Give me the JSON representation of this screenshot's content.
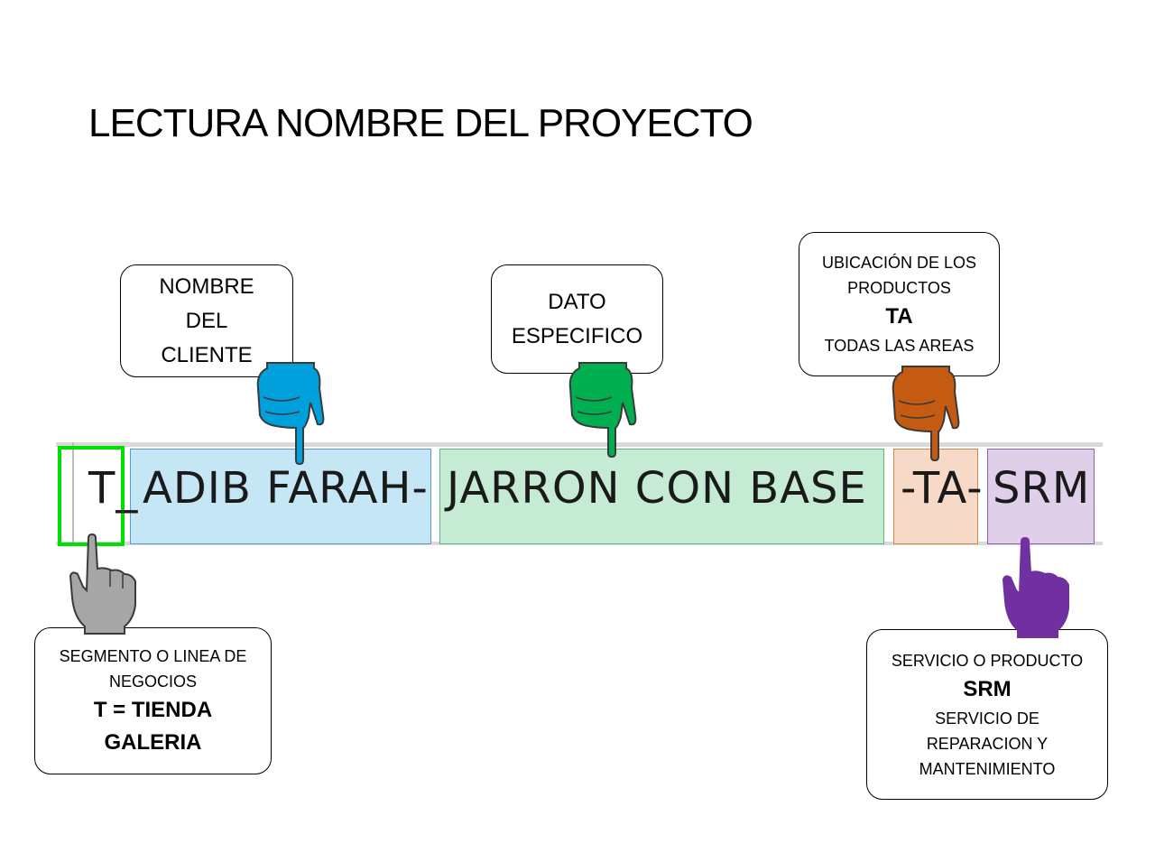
{
  "title": "LECTURA NOMBRE DEL PROYECTO",
  "project_code": {
    "segment": "T_",
    "client": "ADIB FARAH-",
    "specific": "JARRON CON BASE",
    "location": "-TA-",
    "service": "SRM"
  },
  "callouts": {
    "client": {
      "line1": "NOMBRE",
      "line2": "DEL",
      "line3": "CLIENTE"
    },
    "specific": {
      "line1": "DATO",
      "line2": "ESPECIFICO"
    },
    "location": {
      "line1": "UBICACIÓN DE LOS",
      "line2": "PRODUCTOS",
      "code": "TA",
      "line3": "TODAS LAS AREAS"
    },
    "segment": {
      "line1": "SEGMENTO O LINEA DE",
      "line2": "NEGOCIOS",
      "code1": "T = TIENDA",
      "code2": "GALERIA"
    },
    "service": {
      "line1": "SERVICIO O PRODUCTO",
      "code": "SRM",
      "line2": "SERVICIO DE",
      "line3": "REPARACION Y",
      "line4": "MANTENIMIENTO"
    }
  },
  "colors": {
    "segment_box": "#00e000",
    "client_fill": "#c5e6f5",
    "client_border": "#5b9bd5",
    "specific_fill": "#c6ebd4",
    "specific_border": "#5cb87a",
    "location_fill": "#f6d9c6",
    "location_border": "#d0864d",
    "service_fill": "#e0cfe8",
    "service_border": "#8e5fb0",
    "hand_blue": "#00a0dd",
    "hand_green": "#00b050",
    "hand_orange": "#c55a11",
    "hand_gray": "#a6a6a6",
    "hand_purple": "#7030a0"
  },
  "icons": [
    "pointing-hand-icon"
  ]
}
